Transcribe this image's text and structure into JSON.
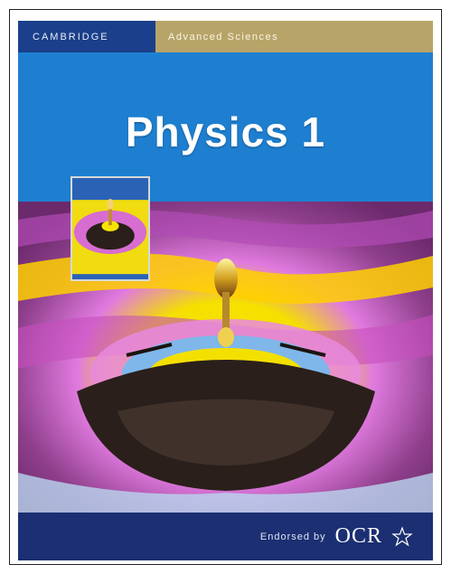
{
  "cover": {
    "publisher": "CAMBRIDGE",
    "series": "Advanced Sciences",
    "title": "Physics 1",
    "endorsement": "Endorsed by",
    "board": "OCR"
  },
  "colors": {
    "background_blue": "#1e7fd1",
    "publisher_bar": "#1b3f8a",
    "series_bar": "#b7a468",
    "bottom_bar": "#1b2f72"
  },
  "icons": {
    "ocr_logo": "ocr-star-icon"
  }
}
